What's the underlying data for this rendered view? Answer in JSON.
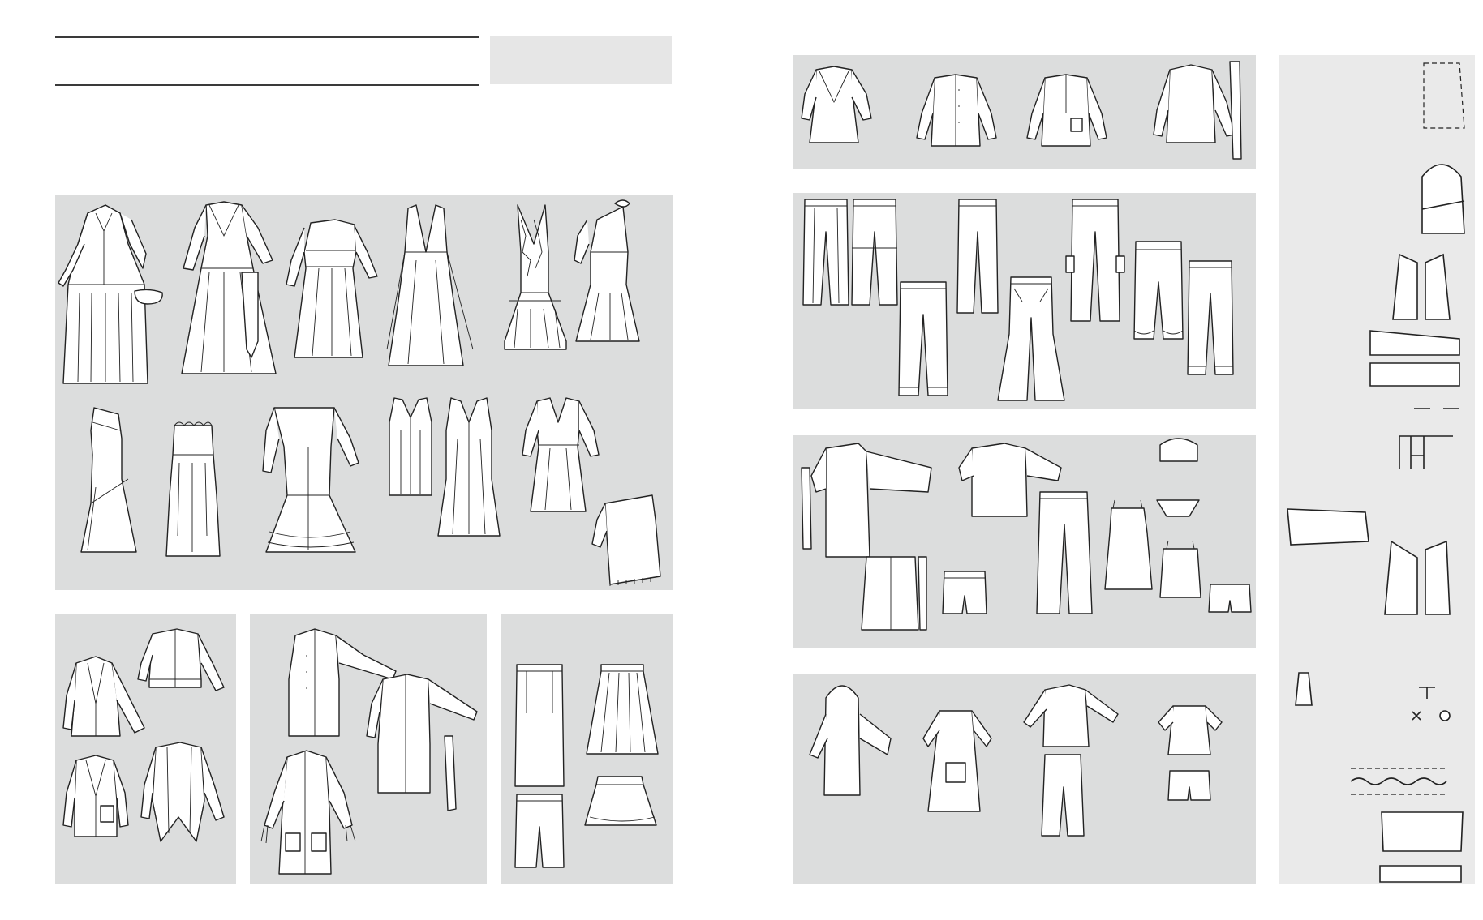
{
  "spread": {
    "left_page": {
      "header": {
        "rules": 2,
        "label_box_text": ""
      },
      "panels": [
        {
          "name": "dresses",
          "garments": [
            "dress-shirt-collar-belted",
            "dress-v-neck-long-sleeve",
            "dress-yoke-fitted",
            "dress-deep-v-gown",
            "dress-sequin-mermaid",
            "dress-one-shoulder-ruffle",
            "dress-one-shoulder-mermaid",
            "dress-strapless-ruched",
            "dress-off-shoulder-tiered",
            "dress-sleeveless-sheath",
            "dress-sleeveless-long",
            "dress-wrap-midi",
            "top-one-shoulder-fringe"
          ]
        },
        {
          "name": "jackets",
          "garments": [
            "jacket-peplum",
            "jacket-bomber",
            "jacket-blazer-patch-pocket",
            "cardigan-waterfall"
          ]
        },
        {
          "name": "coats",
          "garments": [
            "coat-stand-collar",
            "coat-feather-cuff",
            "trench-shirt-collar",
            "belt-tie"
          ]
        },
        {
          "name": "skirts",
          "garments": [
            "skirt-pencil-long",
            "skirt-pleated-midi",
            "shorts-bermuda",
            "skirt-mini-ruffle"
          ]
        }
      ]
    },
    "right_page": {
      "panels": [
        {
          "name": "tops",
          "garments": [
            "blouse-wrap-ruffle",
            "shirt-classic",
            "shirt-henley",
            "blouse-scarf-tie"
          ]
        },
        {
          "name": "trousers",
          "garments": [
            "trousers-pleated",
            "trousers-pleated-knee",
            "trousers-cuffed",
            "trousers-straight",
            "jeans-flare",
            "trousers-cargo",
            "trousers-tie-belt-harem",
            "jeans-straight"
          ]
        },
        {
          "name": "loungewear",
          "garments": [
            "robe-kimono",
            "jacket-pajama",
            "bra-lace",
            "briefs-lace",
            "vest-shawl",
            "shorts-drawstring",
            "pants-wide-drawstring",
            "slip-dress",
            "cami-set",
            "shorts-lounge"
          ]
        },
        {
          "name": "kids",
          "garments": [
            "coat-hooded",
            "dress-smock",
            "sweatshirt-raglan",
            "joggers",
            "blouse-puff",
            "shorts-elastic"
          ]
        }
      ],
      "sidebar": {
        "symbols": [
          "pattern-piece-icon",
          "sleeve-piece-icon",
          "bodice-pieces-icon",
          "trouser-pieces-icon",
          "slit-mark-icon",
          "button-spacing-icon",
          "skirt-piece-icon",
          "bodice-sleeve-icon",
          "presser-foot-icon",
          "button-marks-icon",
          "stitch-lines-icon",
          "cut-edge-icon",
          "layout-plan-icon"
        ]
      }
    }
  }
}
